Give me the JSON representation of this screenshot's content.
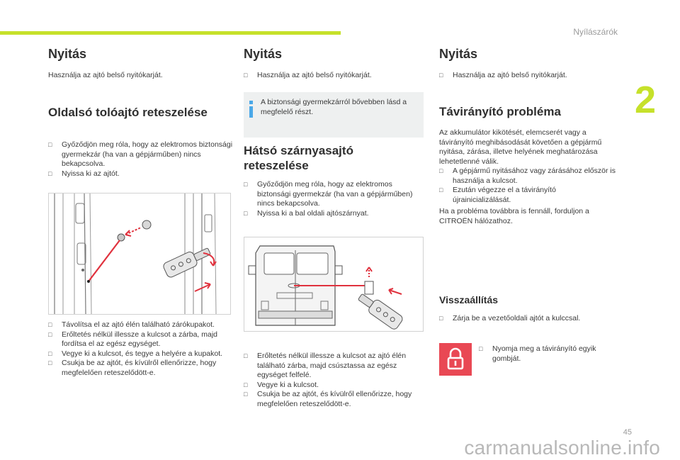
{
  "header": {
    "section": "Nyílászárók",
    "chapter": "2",
    "page": "45"
  },
  "watermark": "carmanualsonline.info",
  "col1": {
    "title": "Nyitás",
    "text": "Használja az ajtó belső nyitókarját.",
    "subtitle": "Oldalsó tolóajtó reteszelése",
    "bullets1": [
      "Győződjön meg róla, hogy az elektromos biztonsági gyermekzár (ha van a gépjárműben) nincs bekapcsolva.",
      "Nyissa ki az ajtót."
    ],
    "bullets2": [
      "Távolítsa el az ajtó élén található zárókupakot.",
      "Erőltetés nélkül illessze a kulcsot a zárba, majd fordítsa el az egész egységet.",
      "Vegye ki a kulcsot, és tegye a helyére a kupakot.",
      "Csukja be az ajtót, és kívülről ellenőrizze, hogy megfelelően reteszelődött-e."
    ]
  },
  "col2": {
    "title": "Nyitás",
    "bullets0": [
      "Használja az ajtó belső nyitókarját."
    ],
    "info": "A biztonsági gyermekzárról bővebben lásd a megfelelő részt.",
    "subtitle_l1": "Hátsó szárnyasajtó",
    "subtitle_l2": "reteszelése",
    "bullets1": [
      "Győződjön meg róla, hogy az elektromos biztonsági gyermekzár (ha van a gépjárműben) nincs bekapcsolva.",
      "Nyissa ki a bal oldali ajtószárnyat."
    ],
    "bullets2": [
      "Erőltetés nélkül illessze a kulcsot az ajtó élén található zárba, majd csúsztassa az egész egységet felfelé.",
      "Vegye ki a kulcsot.",
      "Csukja be az ajtót, és kívülről ellenőrizze, hogy megfelelően reteszelődött-e."
    ]
  },
  "col3": {
    "title": "Nyitás",
    "bullets0": [
      "Használja az ajtó belső nyitókarját."
    ],
    "subtitle": "Távirányító probléma",
    "text1": "Az akkumulátor kikötését, elemcserét vagy a távirányító meghibásodását követően a gépjármű nyitása, zárása, illetve helyének meghatározása lehetetlenné válik.",
    "bullets1": [
      "A gépjármű nyitásához vagy zárásához először is használja a kulcsot.",
      "Ezután végezze el a távirányító újrainicializálását."
    ],
    "text2": "Ha a probléma továbbra is fennáll, forduljon a CITROËN hálózathoz.",
    "subtitle2": "Visszaállítás",
    "bullets2": [
      "Zárja be a vezetőoldali ajtót a kulccsal."
    ],
    "bullets3": [
      "Nyomja meg a távirányító egyik gombját."
    ]
  },
  "colors": {
    "accent_green": "#c6e12a",
    "info_blue": "#4aa8e8",
    "lock_red": "#e94854",
    "arrow_red": "#e0323e"
  }
}
